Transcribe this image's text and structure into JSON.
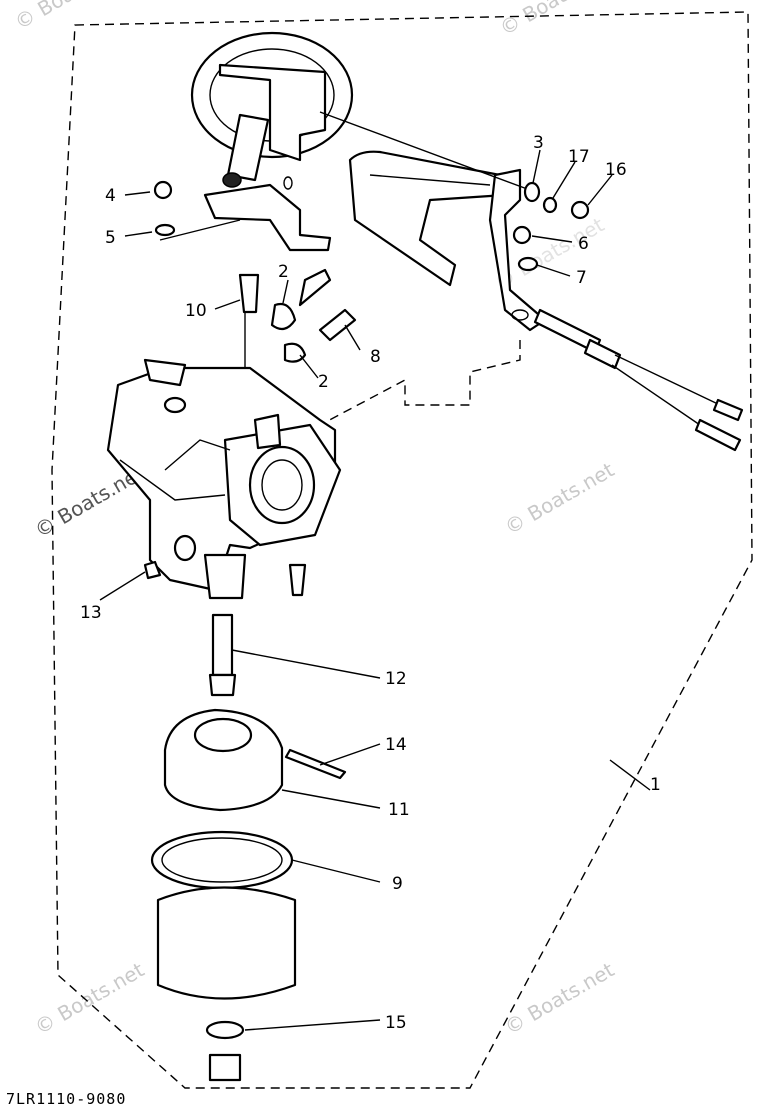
{
  "diagram": {
    "part_code": "7LR1110-9080",
    "assembly_callout": "1",
    "callouts": [
      "2",
      "2",
      "3",
      "4",
      "5",
      "6",
      "7",
      "8",
      "9",
      "10",
      "11",
      "12",
      "13",
      "14",
      "15",
      "16",
      "17"
    ],
    "watermarks": [
      "© Boats.net",
      "© Boats.net",
      "© Boats.net",
      "© Boats.net",
      "© Boats.net",
      "© Boats.net",
      "© Boats.net"
    ]
  }
}
